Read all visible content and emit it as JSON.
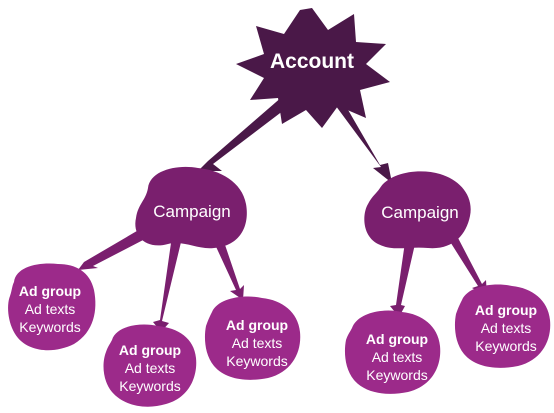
{
  "colors": {
    "account": "#4a1848",
    "campaign": "#7a1f6e",
    "ad_group": "#9c2a8a",
    "text": "#ffffff"
  },
  "account": {
    "label": "Account"
  },
  "campaigns": [
    {
      "label": "Campaign"
    },
    {
      "label": "Campaign"
    }
  ],
  "ad_groups": [
    {
      "title": "Ad group",
      "line1": "Ad texts",
      "line2": "Keywords"
    },
    {
      "title": "Ad group",
      "line1": "Ad texts",
      "line2": "Keywords"
    },
    {
      "title": "Ad group",
      "line1": "Ad texts",
      "line2": "Keywords"
    },
    {
      "title": "Ad group",
      "line1": "Ad texts",
      "line2": "Keywords"
    },
    {
      "title": "Ad group",
      "line1": "Ad texts",
      "line2": "Keywords"
    }
  ]
}
